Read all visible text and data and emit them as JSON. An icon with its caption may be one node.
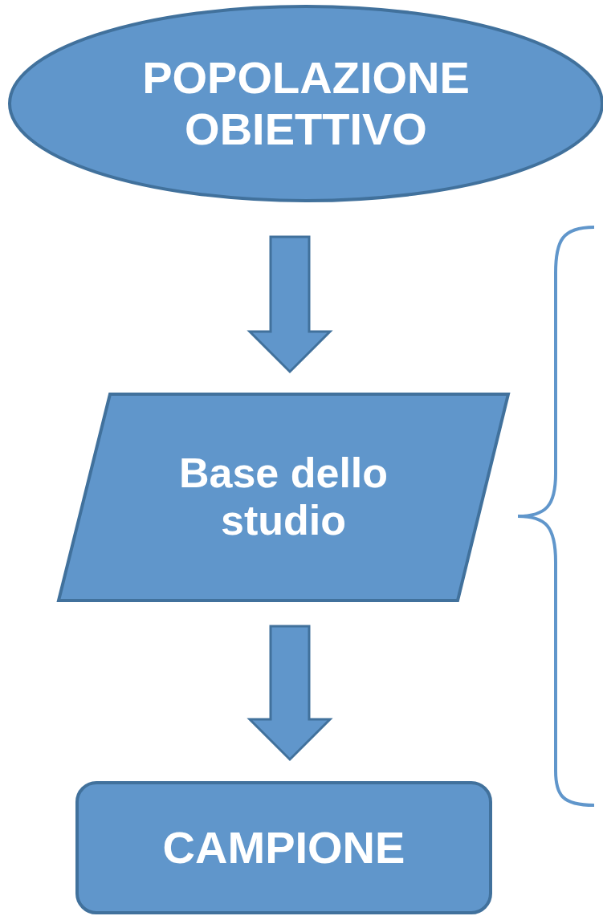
{
  "diagram": {
    "nodes": [
      {
        "text": [
          "POPOLAZIONE OBIETTIVO"
        ]
      },
      {
        "text": [
          "Base dello studio"
        ]
      },
      {
        "text": [
          "CAMPIONE"
        ]
      }
    ],
    "edges": [
      {
        "from": 0,
        "to": 1,
        "arrow": "to"
      },
      {
        "from": 1,
        "to": 2,
        "arrow": "to"
      }
    ]
  }
}
